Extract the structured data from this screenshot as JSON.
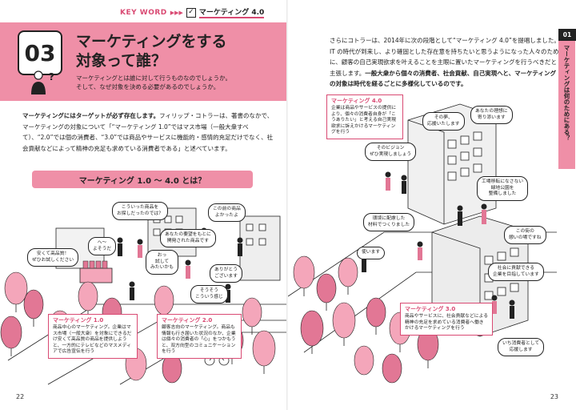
{
  "keyword": {
    "label": "KEY WORD",
    "arrows": "▶▶▶",
    "term": "マーケティング 4.0"
  },
  "chapter": {
    "number": "03",
    "title_line1": "マーケティングをする",
    "title_line2": "対象って誰？",
    "sub_line1": "マーケティングとは誰に対して行うものなのでしょうか。",
    "sub_line2": "そして、なぜ対象を決める必要があるのでしょうか。"
  },
  "left_body": {
    "lead": "マーケティングにはターゲットが必ず存在します。",
    "rest": "フィリップ・コトラーは、著書のなかで、マーケティングの対象について「“マーケティング 1.0”ではマス市場（一般大衆すべて）、“2.0”では個の消費者、“3.0”では商品やサービスに機能的・感情的充足だけでなく、社会貢献などによって精神の充足も求めている消費者である」と述べています。"
  },
  "section_heading": "マーケティング 1.0 〜 4.0 とは？",
  "right_body": {
    "text1": "さらにコトラーは、2014年に次の段階として“マーケティング 4.0”を提唱しました。IT の時代が到来し、より確固とした存在意を持ちたいと思うようになった人々のために、顧客の自己実現欲求を叶えることを主眼に置いたマーケティングを行うべきだと主張します。",
    "bold": "一般大衆から個々の消費者、社会貢献、自己実現へと、マーケティングの対象は時代を経るごとに多様化しているのです。"
  },
  "side_tab": {
    "number": "01",
    "text": "マーケティングは何のためにある？"
  },
  "left_bubbles": [
    "こういった商品を\nお探しだったのでは？",
    "この前の商品\nよかったよ",
    "あなたの要望をもとに\n開発された商品です",
    "へ〜\nよそうだ",
    "安くて高品質！\nぜひお試しください",
    "おっ\n試して\nみたいかも",
    "ありがとう\nございます",
    "そうそう\nこういう感じ"
  ],
  "left_notes": [
    {
      "title": "マーケティング 1.0",
      "text": "商品中心のマーケティング。企業はマス市場（一般大衆）を対象にできるだけ安くて高品質の商品を提供しようと、一方的にテレビなどのマスメディアで広告宣伝を行う"
    },
    {
      "title": "マーケティング 2.0",
      "text": "顧客志向のマーケティング。商品も情報も行き届いた状況のなか、企業は個々の消費者の「心」をつかもうと、双方向型のコミュニケーションを行う"
    }
  ],
  "right_bubbles": [
    "あなたの理想に\n寄り添います",
    "その夢、\n応援いたします",
    "そのビジョン\nぜひ実現しましょう",
    "工場移転になさない\n緑地公園を\n整備しました",
    "環境に配慮した\n材料でつくりました",
    "この街の\n憩いの場ですね",
    "使います",
    "社会に貢献できる\n企業を目指しています",
    "いち消費者として\n応援します"
  ],
  "right_notes": [
    {
      "title": "マーケティング 4.0",
      "text": "企業は商品やサービスの提供により、個々の消費者自身が「こうありたい」と考える自己実現欲求に訴えかけるマーケティングを行う"
    },
    {
      "title": "マーケティング 3.0",
      "text": "商品やサービスに、社会貢献などによる精神の充足を求めている消費者へ働きかけるマーケティングを行う"
    }
  ],
  "page_numbers": {
    "left": "22",
    "right": "23"
  },
  "colors": {
    "accent_pink": "#ef8fa7",
    "dark_pink": "#d94a73",
    "tree_pink": "#f4a6ba",
    "tree_dark": "#e27795"
  }
}
